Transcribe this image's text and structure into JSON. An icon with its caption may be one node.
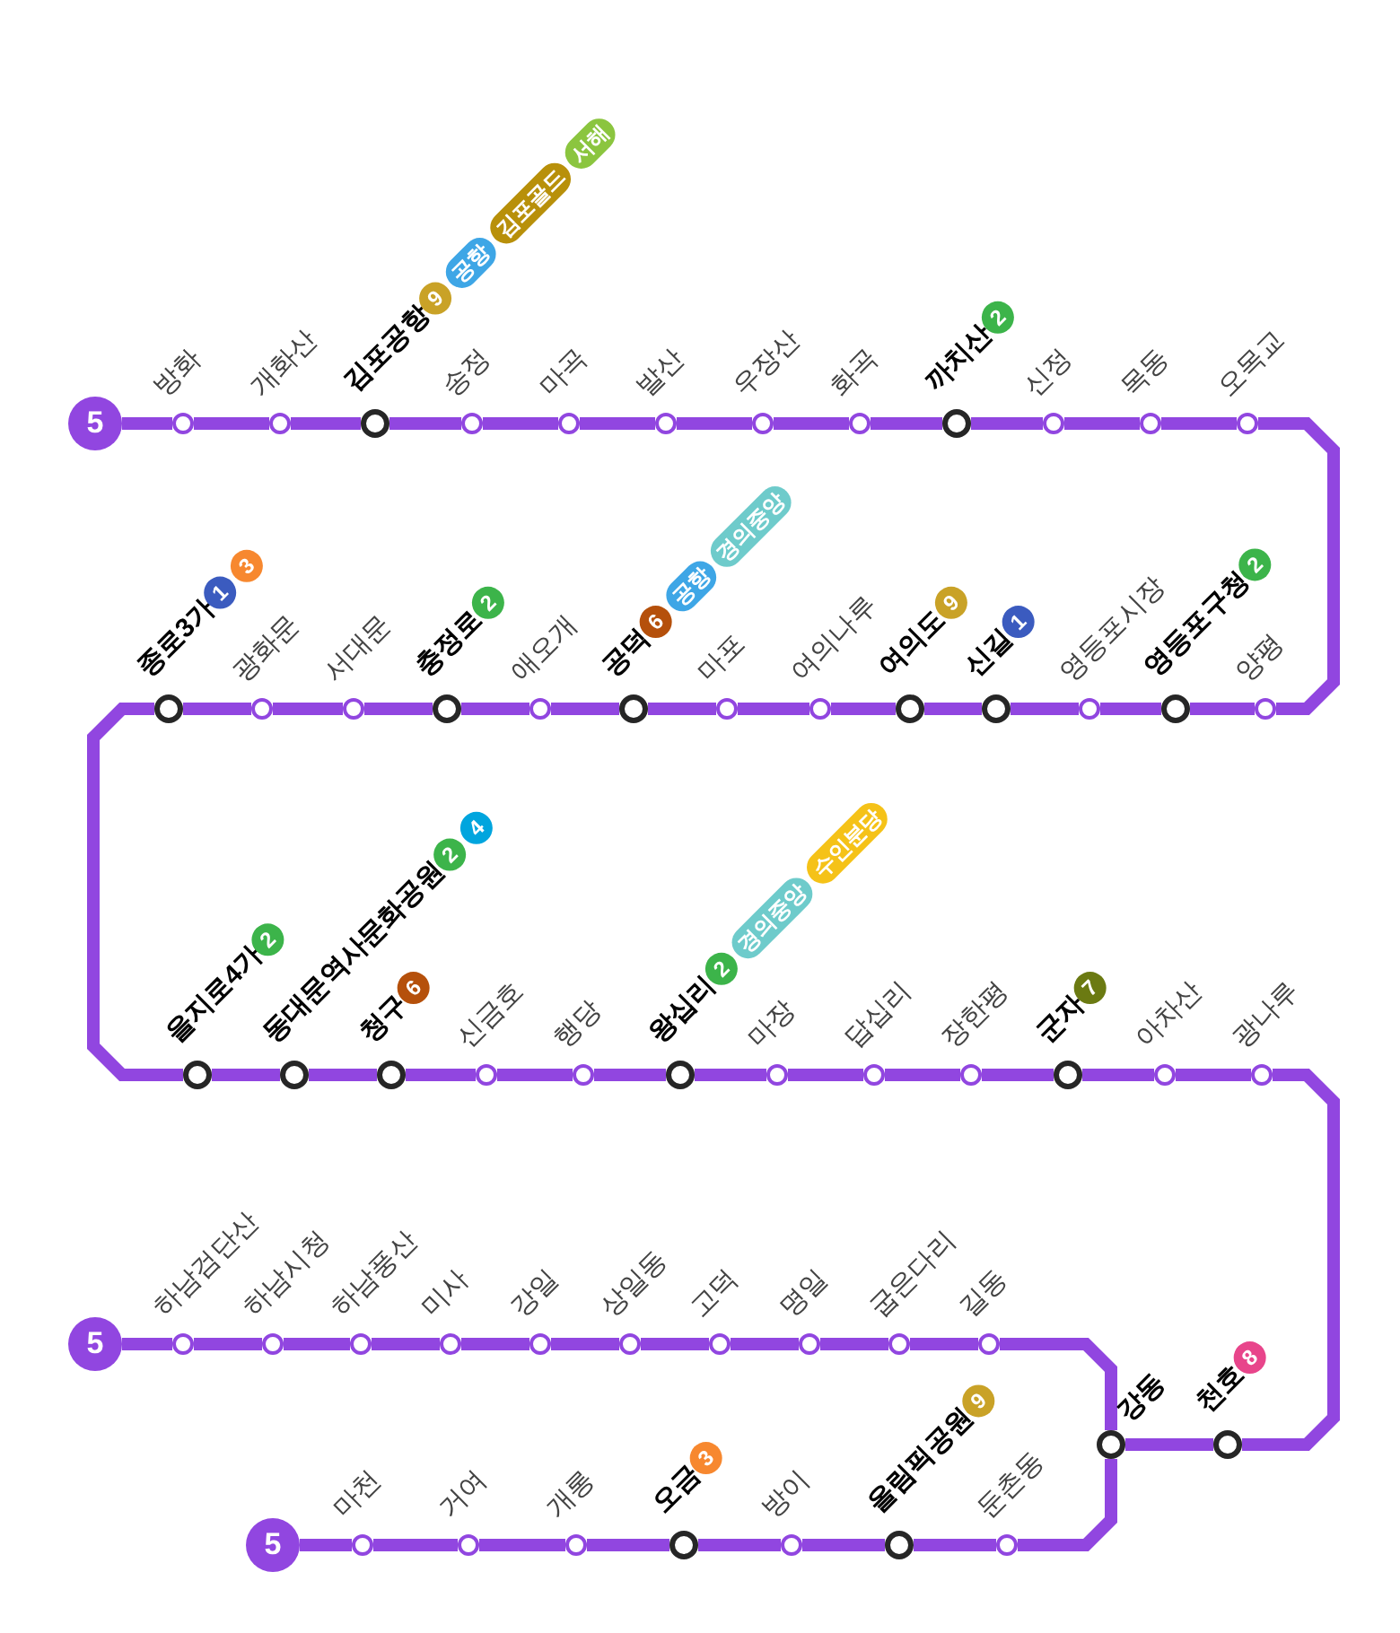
{
  "diagram": {
    "nodes": [
      {
        "text": [
          "5"
        ]
      },
      {
        "text": [
          "방화"
        ]
      },
      {
        "text": [
          "개화산"
        ]
      },
      {
        "text": [
          "김포공항"
        ],
        "beside": [
          "9",
          "공항",
          "김포골드",
          "서해"
        ]
      },
      {
        "text": [
          "송정"
        ]
      },
      {
        "text": [
          "마곡"
        ]
      },
      {
        "text": [
          "발산"
        ]
      },
      {
        "text": [
          "우장산"
        ]
      },
      {
        "text": [
          "화곡"
        ]
      },
      {
        "text": [
          "까치산"
        ],
        "beside": [
          "2"
        ]
      },
      {
        "text": [
          "신정"
        ]
      },
      {
        "text": [
          "목동"
        ]
      },
      {
        "text": [
          "오목교"
        ]
      },
      {
        "text": [
          "양평"
        ]
      },
      {
        "text": [
          "영등포구청"
        ]
      },
      {
        "text": [
          "영등포시장"
        ]
      },
      {
        "text": [
          "신길"
        ],
        "beside": [
          "1"
        ]
      },
      {
        "text": [
          "여의도"
        ]
      },
      {
        "text": [
          "여의나루"
        ]
      },
      {
        "text": [
          "마포"
        ]
      },
      {
        "text": [
          "공덕"
        ],
        "beside": [
          "6",
          "공항",
          "경의중앙"
        ]
      },
      {
        "text": [
          "애오개"
        ]
      },
      {
        "text": [
          "충정로"
        ],
        "beside": [
          "2"
        ]
      },
      {
        "text": [
          "서대문"
        ]
      },
      {
        "text": [
          "광화문"
        ]
      },
      {
        "text": [
          "종로3가"
        ],
        "beside": [
          "1",
          "3"
        ]
      },
      {
        "text": [
          "을지로4가"
        ]
      },
      {
        "text": [
          "동대문역사문화공원"
        ],
        "beside": [
          "2",
          "4"
        ]
      },
      {
        "text": [
          "청구"
        ],
        "beside": [
          "6"
        ]
      },
      {
        "text": [
          "신금호"
        ]
      },
      {
        "text": [
          "행당"
        ]
      },
      {
        "text": [
          "왕십리"
        ],
        "beside": [
          "2",
          "경의중앙",
          "수인분당"
        ]
      },
      {
        "text": [
          "마장"
        ]
      },
      {
        "text": [
          "답십리"
        ]
      },
      {
        "text": [
          "장한평"
        ]
      },
      {
        "text": [
          "군자"
        ],
        "beside": [
          "7"
        ]
      },
      {
        "text": [
          "아차산"
        ]
      },
      {
        "text": [
          "광나루"
        ]
      },
      {
        "text": [
          "천호"
        ],
        "beside": [
          "8"
        ]
      },
      {
        "text": [
          "강동"
        ]
      },
      {
        "text": [
          "길동"
        ]
      },
      {
        "text": [
          "굽은다리"
        ]
      },
      {
        "text": [
          "명일"
        ]
      },
      {
        "text": [
          "고덕"
        ]
      },
      {
        "text": [
          "상일동"
        ]
      },
      {
        "text": [
          "강일"
        ]
      },
      {
        "text": [
          "미사"
        ]
      },
      {
        "text": [
          "하남풍산"
        ]
      },
      {
        "text": [
          "하남시청"
        ]
      },
      {
        "text": [
          "하남검단산"
        ]
      },
      {
        "text": [
          "5"
        ]
      },
      {
        "text": [
          "둔촌동"
        ]
      },
      {
        "text": [
          "올림픽공원"
        ]
      },
      {
        "text": [
          "방이"
        ]
      },
      {
        "text": [
          "오금"
        ],
        "beside": [
          "3"
        ]
      },
      {
        "text": [
          "개롱"
        ]
      },
      {
        "text": [
          "거여"
        ]
      },
      {
        "text": [
          "마천"
        ]
      },
      {
        "text": [
          "5"
        ]
      }
    ],
    "edges": [
      {
        "from": 0,
        "to": 1,
        "arrow": "none"
      },
      {
        "from": 1,
        "to": 2,
        "arrow": "none"
      },
      {
        "from": 2,
        "to": 3,
        "arrow": "none"
      },
      {
        "from": 3,
        "to": 4,
        "arrow": "none"
      },
      {
        "from": 4,
        "to": 5,
        "arrow": "none"
      },
      {
        "from": 5,
        "to": 6,
        "arrow": "none"
      },
      {
        "from": 6,
        "to": 7,
        "arrow": "none"
      },
      {
        "from": 7,
        "to": 8,
        "arrow": "none"
      },
      {
        "from": 8,
        "to": 9,
        "arrow": "none"
      },
      {
        "from": 9,
        "to": 10,
        "arrow": "none"
      },
      {
        "from": 10,
        "to": 11,
        "arrow": "none"
      },
      {
        "from": 11,
        "to": 12,
        "arrow": "none"
      },
      {
        "from": 12,
        "to": 13,
        "arrow": "none"
      },
      {
        "from": 13,
        "to": 14,
        "arrow": "none"
      },
      {
        "from": 14,
        "to": 15,
        "arrow": "none"
      },
      {
        "from": 15,
        "to": 16,
        "arrow": "none"
      },
      {
        "from": 16,
        "to": 17,
        "arrow": "none"
      },
      {
        "from": 17,
        "to": 18,
        "arrow": "none"
      },
      {
        "from": 18,
        "to": 19,
        "arrow": "none"
      },
      {
        "from": 19,
        "to": 20,
        "arrow": "none"
      },
      {
        "from": 20,
        "to": 21,
        "arrow": "none"
      },
      {
        "from": 21,
        "to": 22,
        "arrow": "none"
      },
      {
        "from": 22,
        "to": 23,
        "arrow": "none"
      },
      {
        "from": 23,
        "to": 24,
        "arrow": "none"
      },
      {
        "from": 24,
        "to": 25,
        "arrow": "none"
      },
      {
        "from": 25,
        "to": 26,
        "arrow": "none"
      },
      {
        "from": 26,
        "to": 27,
        "arrow": "none"
      },
      {
        "from": 27,
        "to": 28,
        "arrow": "none"
      },
      {
        "from": 28,
        "to": 29,
        "arrow": "none"
      },
      {
        "from": 29,
        "to": 30,
        "arrow": "none"
      },
      {
        "from": 30,
        "to": 31,
        "arrow": "none"
      },
      {
        "from": 31,
        "to": 32,
        "arrow": "none"
      },
      {
        "from": 32,
        "to": 33,
        "arrow": "none"
      },
      {
        "from": 33,
        "to": 34,
        "arrow": "none"
      },
      {
        "from": 34,
        "to": 35,
        "arrow": "none"
      },
      {
        "from": 35,
        "to": 36,
        "arrow": "none"
      },
      {
        "from": 36,
        "to": 37,
        "arrow": "none"
      },
      {
        "from": 37,
        "to": 38,
        "arrow": "none"
      },
      {
        "from": 38,
        "to": 39,
        "arrow": "none"
      },
      {
        "from": 39,
        "to": 40,
        "arrow": "none"
      },
      {
        "from": 40,
        "to": 41,
        "arrow": "none"
      },
      {
        "from": 41,
        "to": 42,
        "arrow": "none"
      },
      {
        "from": 42,
        "to": 43,
        "arrow": "none"
      },
      {
        "from": 43,
        "to": 44,
        "arrow": "none"
      },
      {
        "from": 44,
        "to": 45,
        "arrow": "none"
      },
      {
        "from": 45,
        "to": 46,
        "arrow": "none"
      },
      {
        "from": 46,
        "to": 47,
        "arrow": "none"
      },
      {
        "from": 47,
        "to": 48,
        "arrow": "none"
      },
      {
        "from": 48,
        "to": 49,
        "arrow": "none"
      },
      {
        "from": 49,
        "to": 50,
        "arrow": "none"
      },
      {
        "from": 39,
        "to": 51,
        "arrow": "none"
      },
      {
        "from": 51,
        "to": 52,
        "arrow": "none"
      },
      {
        "from": 52,
        "to": 53,
        "arrow": "none"
      },
      {
        "from": 53,
        "to": 54,
        "arrow": "none"
      },
      {
        "from": 54,
        "to": 55,
        "arrow": "none"
      },
      {
        "from": 55,
        "to": 56,
        "arrow": "none"
      },
      {
        "from": 56,
        "to": 57,
        "arrow": "none"
      },
      {
        "from": 57,
        "to": 58,
        "arrow": "none"
      }
    ],
    "labels": [
      "2",
      "9",
      "2",
      "9"
    ]
  }
}
